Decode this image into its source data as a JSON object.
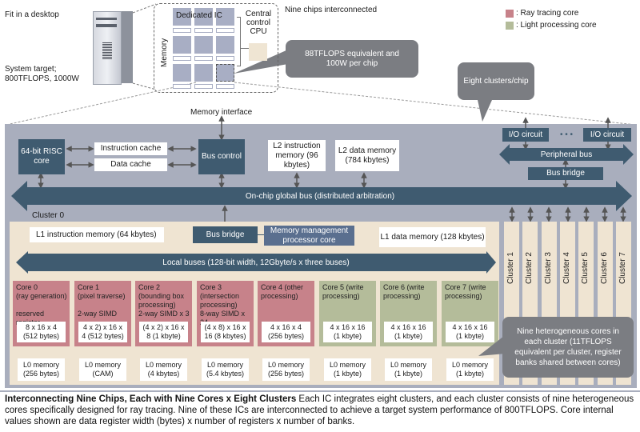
{
  "top": {
    "fit_label": "Fit in a desktop",
    "system_target_line1": "System target;",
    "system_target_line2": "800TFLOPS, 1000W",
    "dedicated_ic_label": "Dedicated IC",
    "memory_label": "Memory",
    "central_cpu_label": "Central control CPU",
    "nine_chips_label": "Nine chips interconnected",
    "chip_callout": "88TFLOPS equivalent and 100W per chip",
    "clusters_callout": "Eight clusters/chip"
  },
  "legend": {
    "items": [
      {
        "label": ": Ray tracing core",
        "color": "#c7828a"
      },
      {
        "label": ": Light processing core",
        "color": "#b4bc9a"
      }
    ]
  },
  "chip": {
    "memory_interface": "Memory interface",
    "risc_core": "64-bit RISC core",
    "instruction_cache": "Instruction cache",
    "data_cache": "Data cache",
    "bus_control": "Bus control",
    "l2_instruction": "L2 instruction memory (96 kbytes)",
    "l2_data": "L2 data memory (784 kbytes)",
    "io_circuit_1": "I/O circuit",
    "io_ellipsis": "• • •",
    "io_circuit_2": "I/O circuit",
    "peripheral_bus": "Peripheral bus",
    "bus_bridge_top": "Bus bridge",
    "global_bus": "On-chip global bus (distributed arbitration)"
  },
  "cluster0": {
    "label": "Cluster 0",
    "l1_instruction": "L1 instruction memory (64 kbytes)",
    "bus_bridge": "Bus bridge",
    "mmu_core": "Memory management processor core",
    "l1_data": "L1 data memory (128 kbytes)",
    "local_bus": "Local buses (128-bit width, 12Gbyte/s x three buses)",
    "cores": [
      {
        "type": "ray",
        "title": "Core 0\n(ray generation)\n\nreserved register",
        "value": "8 x 16 x 4\n(512 bytes)",
        "l0": "L0 memory\n(256 bytes)"
      },
      {
        "type": "ray",
        "title": "Core 1\n(pixel traverse)\n\n2-way SIMD",
        "value": "4 x 2) x 16 x\n4 (512 bytes)",
        "l0": "L0 memory\n(CAM)"
      },
      {
        "type": "ray",
        "title": "Core 2\n(bounding box\nprocessing)\n2-way SIMD x 3",
        "value": "(4 x 2) x 16 x\n8 (1 kbyte)",
        "l0": "L0 memory\n(4 kbytes)"
      },
      {
        "type": "ray",
        "title": "Core 3\n(intersection\nprocessing)\n8-way SIMD x 24",
        "value": "(4 x 8) x 16 x\n16 (8 kbytes)",
        "l0": "L0 memory\n(5.4 kbytes)"
      },
      {
        "type": "ray",
        "title": "Core 4 (other\nprocessing)",
        "value": "4 x 16 x 4\n(256 bytes)",
        "l0": "L0 memory\n(256 bytes)"
      },
      {
        "type": "light",
        "title": "Core 5 (write\nprocessing)",
        "value": "4 x 16 x 16\n(1 kbyte)",
        "l0": "L0 memory\n(1 kbyte)"
      },
      {
        "type": "light",
        "title": "Core 6 (write\nprocessing)",
        "value": "4 x 16 x 16\n(1 kbyte)",
        "l0": "L0 memory\n(1 kbyte)"
      },
      {
        "type": "light",
        "title": "Core 7 (write\nprocessing)",
        "value": "4 x 16 x 16\n(1 kbyte)",
        "l0": "L0 memory\n(1 kbyte)"
      }
    ],
    "cores_callout": "Nine heterogeneous cores in each cluster (11TFLOPS equivalent per cluster, register banks shared between cores)"
  },
  "other_clusters": [
    "Cluster 1",
    "Cluster 2",
    "Cluster 3",
    "Cluster 4",
    "Cluster 5",
    "Cluster 6",
    "Cluster 7"
  ],
  "caption": {
    "title": "Interconnecting Nine Chips, Each with Nine Cores x Eight Clusters",
    "body": " Each IC integrates eight clusters, and each cluster consists of nine heterogeneous cores specifically designed for ray tracing. Nine of these ICs are interconnected to achieve a target system performance of 800TFLOPS. Core internal values shown are data register width (bytes) x number of registers x number of banks."
  }
}
